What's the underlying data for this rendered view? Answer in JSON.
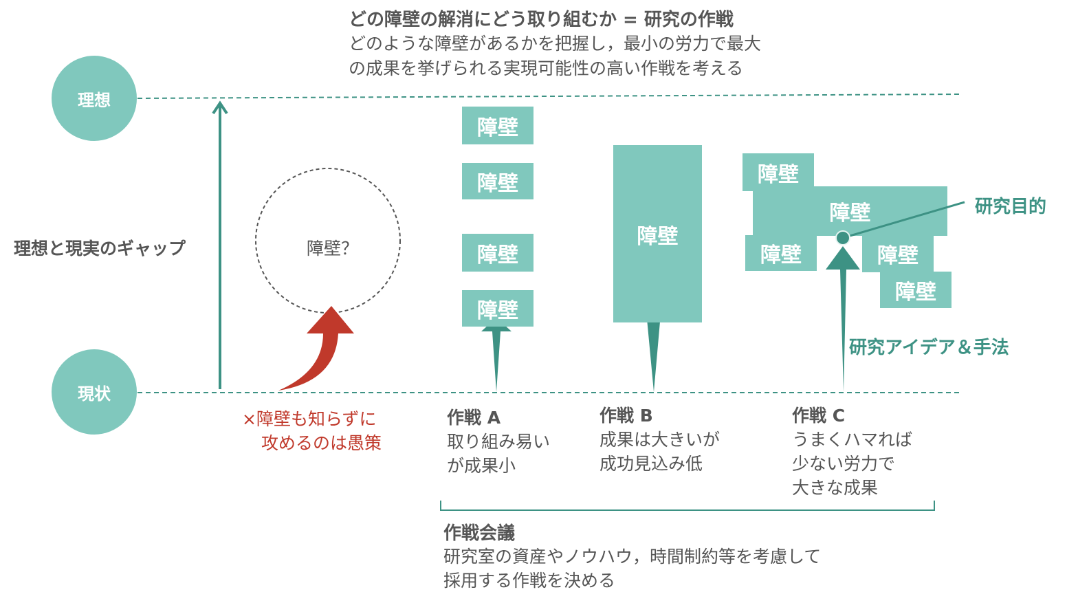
{
  "header": {
    "title": "どの障壁の解消にどう取り組むか = 研究の作戦",
    "lines": [
      "どのような障壁があるかを把握し，最小の労力で最大",
      "の成果を挙げられる実現可能性の高い作戦を考える"
    ]
  },
  "ideal": "理想",
  "current": "現状",
  "gap_label": "理想と現実のギャップ",
  "unknown_barrier": "障壁？",
  "warning": [
    "×障壁も知らずに",
    "攻めるのは愚策"
  ],
  "barrier": "障壁",
  "purpose": "研究目的",
  "idea": "研究アイデア＆手法",
  "strategies": [
    {
      "title": "作戦 A",
      "lines": [
        "取り組み易い",
        "が成果小"
      ]
    },
    {
      "title": "作戦 B",
      "lines": [
        "成果は大きいが",
        "成功見込み低"
      ]
    },
    {
      "title": "作戦 C",
      "lines": [
        "うまくハマれば",
        "少ない労力で",
        "大きな成果"
      ]
    }
  ],
  "meeting": {
    "title": "作戦会議",
    "lines": [
      "研究室の資産やノウハウ，時間制約等を考慮して",
      "採用する作戦を決める"
    ]
  },
  "colors": {
    "light": "#80c8bd",
    "dark": "#3d9284",
    "red": "#c0392b"
  }
}
